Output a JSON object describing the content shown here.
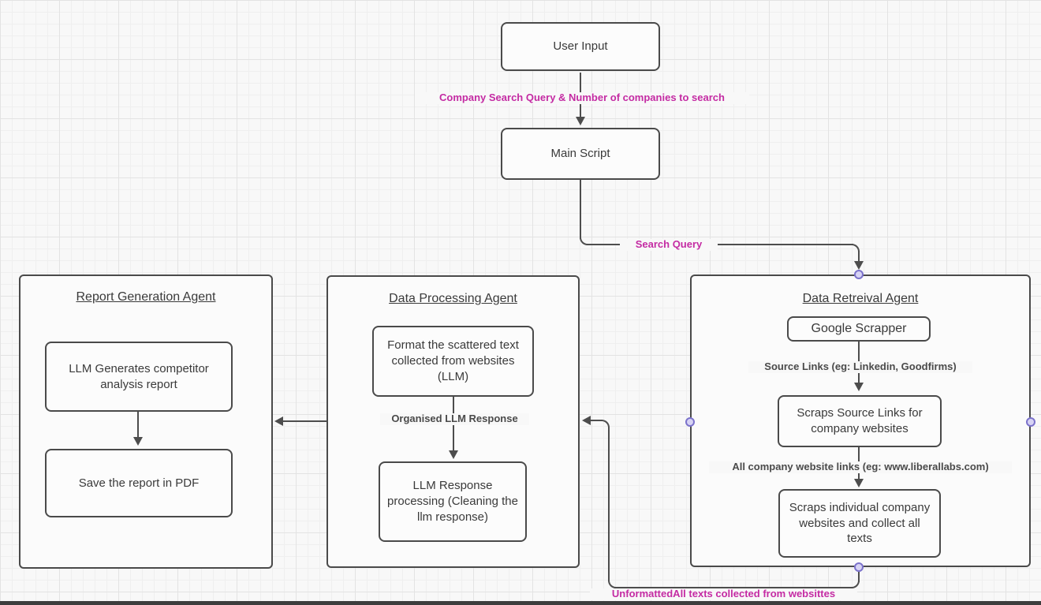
{
  "nodes": {
    "user_input": "User Input",
    "main_script": "Main Script",
    "google_scrapper": "Google Scrapper",
    "scraps_source_links": "Scraps Source Links for company websites",
    "scraps_individual": "Scraps individual company websites and collect all texts",
    "format_scattered": "Format the scattered text collected from websites (LLM)",
    "llm_response_processing": "LLM Response processing (Cleaning the llm response)",
    "llm_generates": "LLM Generates competitor analysis report",
    "save_report_pdf": "Save the report in PDF"
  },
  "containers": {
    "report_generation": "Report Generation Agent",
    "data_processing": "Data Processing Agent",
    "data_retreival": "Data Retreival Agent"
  },
  "edge_labels": {
    "company_search": "Company Search Query & Number of companies to search",
    "search_query": "Search Query",
    "source_links": "Source Links (eg: Linkedin, Goodfirms)",
    "website_links": "All company website links (eg: www.liberallabs.com)",
    "organised_llm": "Organised LLM Response",
    "unformatted": "UnformattedAll texts collected from websittes"
  },
  "colors": {
    "edge_label_magenta": "#c42ba3",
    "line_gray": "#4d4d4d",
    "connection_point_fill": "#d7d3f4",
    "connection_point_border": "#7b72cb"
  }
}
